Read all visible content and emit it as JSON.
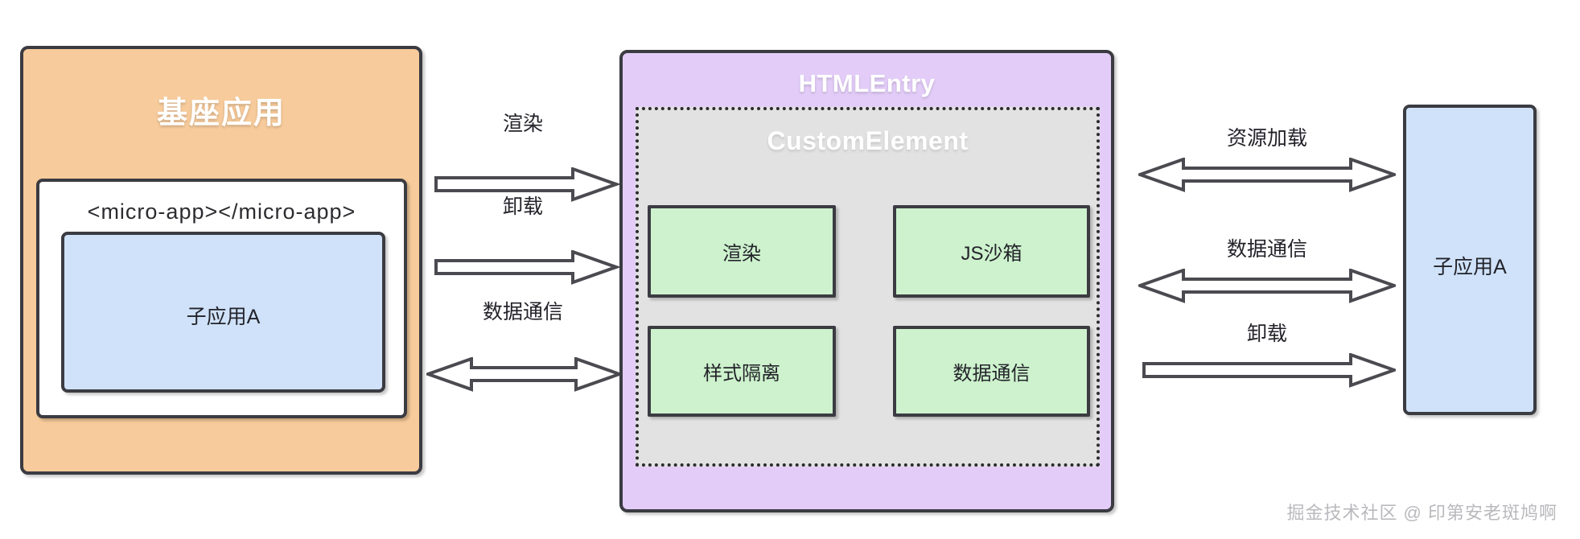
{
  "diagram": {
    "title": "micro-app HTMLEntry architecture",
    "host_app": {
      "title": "基座应用",
      "micro_app_tag": "<micro-app></micro-app>",
      "sub_app_label": "子应用A",
      "color": "#f7cb9b",
      "sub_app_color": "#cfe2f9"
    },
    "html_entry": {
      "title": "HTMLEntry",
      "color": "#e3cdf8",
      "custom_element": {
        "title": "CustomElement",
        "color": "#e2e2e2",
        "feature_color": "#cdf2cd",
        "features": [
          {
            "label": "渲染"
          },
          {
            "label": "JS沙箱"
          },
          {
            "label": "样式隔离"
          },
          {
            "label": "数据通信"
          }
        ]
      }
    },
    "sub_app_right": {
      "label": "子应用A",
      "color": "#cfe2f9"
    },
    "left_arrows": [
      {
        "label": "渲染",
        "direction": "right"
      },
      {
        "label": "卸载",
        "direction": "right"
      },
      {
        "label": "数据通信",
        "direction": "both"
      }
    ],
    "right_arrows": [
      {
        "label": "资源加载",
        "direction": "both"
      },
      {
        "label": "数据通信",
        "direction": "both"
      },
      {
        "label": "卸载",
        "direction": "right"
      }
    ],
    "watermark": "掘金技术社区 @ 印第安老斑鸠啊"
  }
}
